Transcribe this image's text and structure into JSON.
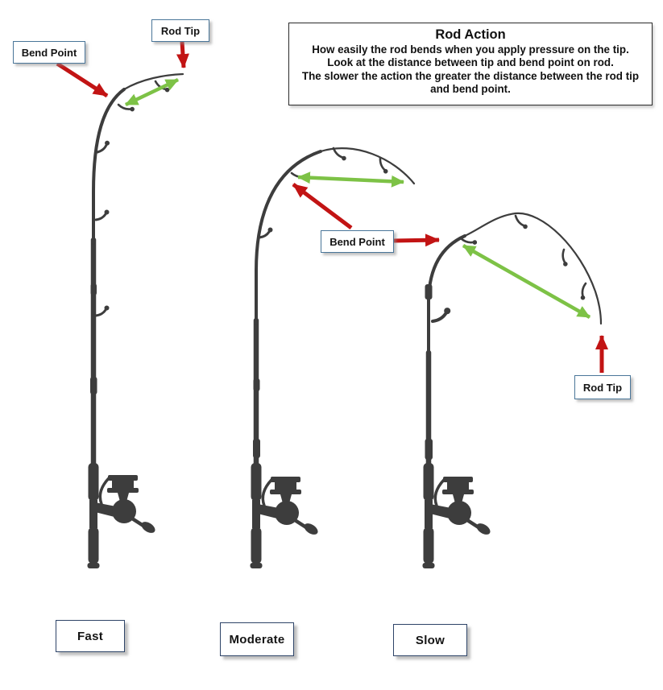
{
  "colors": {
    "red_arrow": "#c21414",
    "green_arrow": "#7dc246",
    "rod": "#3d3d3d",
    "callout_border": "#4a7699",
    "typebox_border": "#2e4468",
    "infobox_border": "#2b2b2b"
  },
  "info_box": {
    "title": "Rod Action",
    "lines": [
      "How easily the rod bends when you apply pressure on the tip.",
      "Look at the distance between tip and bend point on rod.",
      "The slower the action the greater the distance between the rod tip and bend point."
    ]
  },
  "callouts": {
    "bend_point_fast": "Bend Point",
    "rod_tip_fast": "Rod Tip",
    "bend_point_shared": "Bend Point",
    "rod_tip_slow": "Rod Tip"
  },
  "rod_types": [
    "Fast",
    "Moderate",
    "Slow"
  ]
}
